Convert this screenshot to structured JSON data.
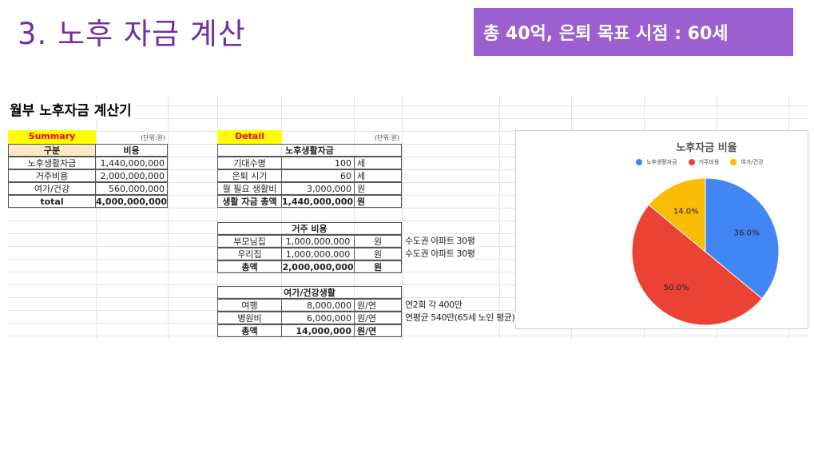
{
  "slide": {
    "title": "3. 노후 자금 계산",
    "badge": "총 40억, 은퇴 목표 시점  : 60세"
  },
  "sheet": {
    "title": "월부 노후자금 계산기"
  },
  "summary": {
    "label": "Summary",
    "unit": "(단위:원)",
    "headers": [
      "구분",
      "비용"
    ],
    "rows": [
      [
        "노후생활자금",
        "1,440,000,000"
      ],
      [
        "거주비용",
        "2,000,000,000"
      ],
      [
        "여가/건강",
        "560,000,000"
      ],
      [
        "total",
        "4,000,000,000"
      ]
    ]
  },
  "detail": {
    "label": "Detail",
    "unit": "(단위:원)",
    "s1": {
      "title": "노후생활자금",
      "rows": [
        [
          "기대수명",
          "100",
          "세"
        ],
        [
          "은퇴 시기",
          "60",
          "세"
        ],
        [
          "월 필요 생활비",
          "3,000,000",
          "원"
        ],
        [
          "생활 자금 총액",
          "1,440,000,000",
          "원"
        ]
      ]
    },
    "s2": {
      "title": "거주 비용",
      "rows": [
        [
          "부모님집",
          "1,000,000,000",
          "원",
          "수도권 아파트 30평"
        ],
        [
          "우리집",
          "1,000,000,000",
          "원",
          "수도권 아파트 30평"
        ],
        [
          "총액",
          "2,000,000,000",
          "원",
          ""
        ]
      ]
    },
    "s3": {
      "title": "여가/건강생활",
      "rows": [
        [
          "여행",
          "8,000,000",
          "원/연",
          "연2회 각 400만"
        ],
        [
          "병원비",
          "6,000,000",
          "원/연",
          "연평균 540만(65세 노인 평균)"
        ],
        [
          "총액",
          "14,000,000",
          "원/연",
          ""
        ]
      ]
    }
  },
  "chart_data": {
    "type": "pie",
    "title": "노후자금 비율",
    "legend_position": "top",
    "categories": [
      "노후생활자금",
      "거주비용",
      "여가/건강"
    ],
    "values": [
      36.0,
      50.0,
      14.0
    ],
    "labels": [
      "36.0%",
      "50.0%",
      "14.0%"
    ],
    "colors": [
      "#4285f4",
      "#ea4335",
      "#fbbc04"
    ]
  }
}
